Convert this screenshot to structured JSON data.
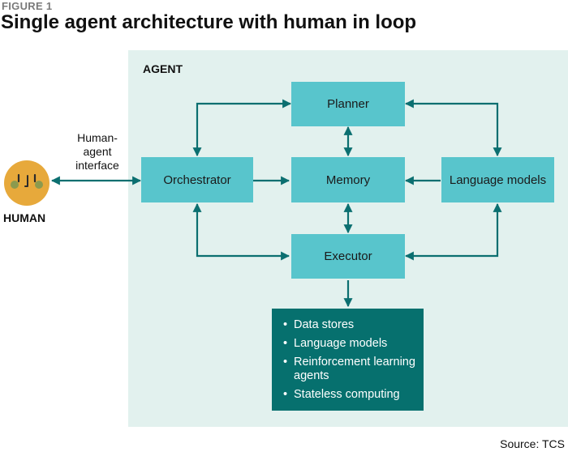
{
  "figure_label": "FIGURE 1",
  "title": "Single agent architecture with human in loop",
  "agent_label": "AGENT",
  "nodes": {
    "planner": "Planner",
    "orchestrator": "Orchestrator",
    "memory": "Memory",
    "language_models": "Language models",
    "executor": "Executor"
  },
  "tools": [
    "Data stores",
    "Language models",
    "Reinforcement learning agents",
    "Stateless computing"
  ],
  "human_agent_interface": "Human-agent interface",
  "human_label": "HUMAN",
  "source": "Source: TCS",
  "colors": {
    "panel": "#e2f1ee",
    "node": "#58c5cc",
    "tools_box": "#06706e",
    "arrow": "#0b6f70",
    "face": "#e7a93b"
  },
  "icons": [
    "human-face-icon"
  ]
}
